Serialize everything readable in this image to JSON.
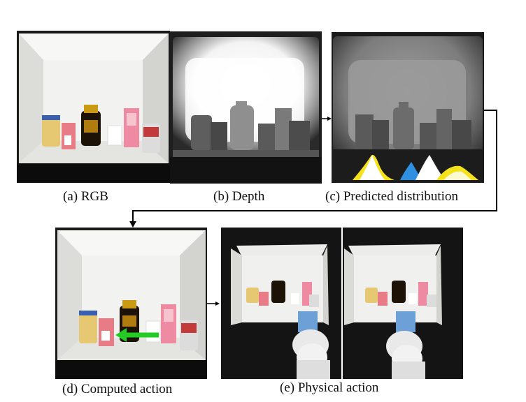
{
  "figure": {
    "captions": {
      "rgb": "(a) RGB",
      "depth": "(b) Depth",
      "distribution": "(c) Predicted distribution",
      "computed_action": "(d) Computed action",
      "physical_action": "(e) Physical action"
    }
  },
  "colors": {
    "background": "#ffffff",
    "box_interior": "#f1f1ef",
    "box_shadow": "#cfcfcb",
    "depth_near": "#ffffff",
    "depth_far": "#2a2a2a",
    "action_arrow": "#22cc22",
    "distribution_yellow": "#f4e21a",
    "distribution_blue": "#2f8fe0",
    "distribution_white": "#ffffff",
    "connector": "#000000"
  }
}
